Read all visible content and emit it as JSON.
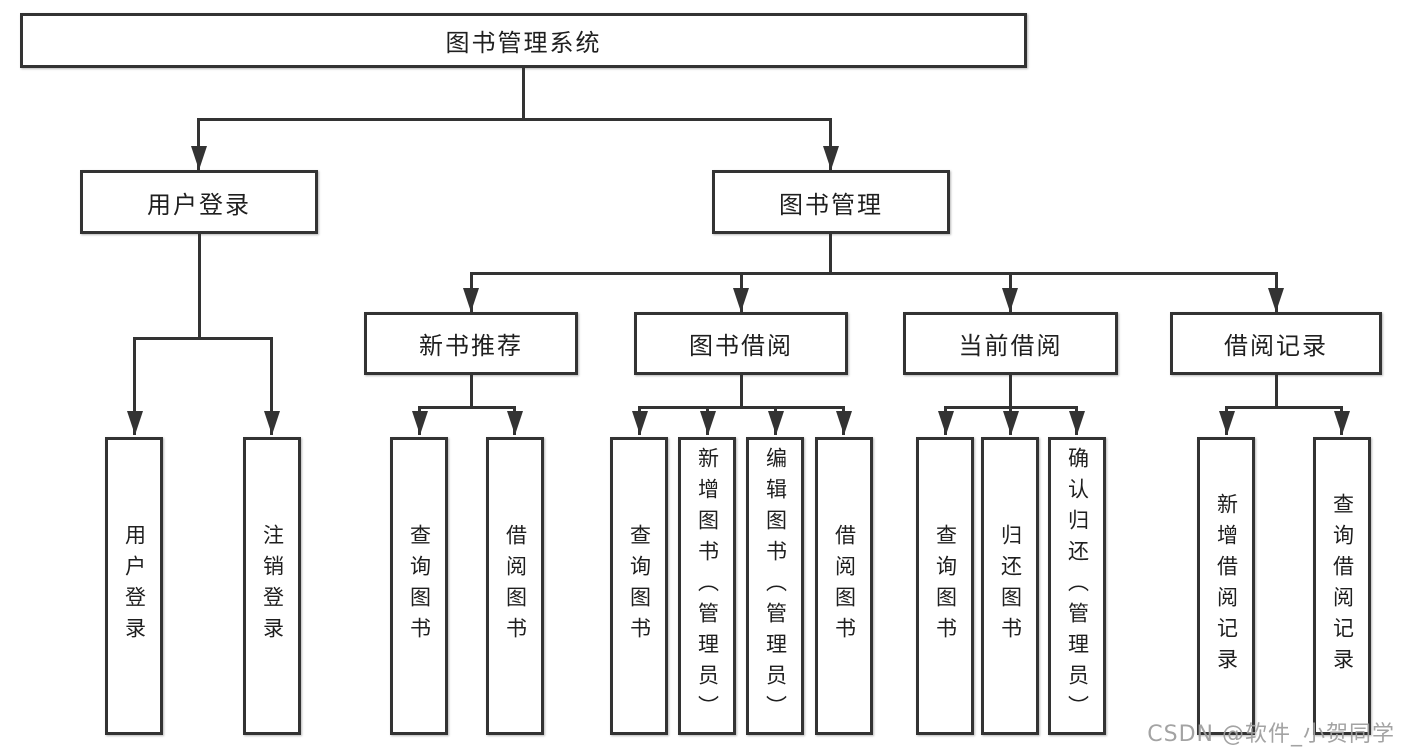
{
  "tree": {
    "label": "图书管理系统",
    "children": [
      {
        "label": "用户登录",
        "children": [
          {
            "label": "用户登录"
          },
          {
            "label": "注销登录"
          }
        ]
      },
      {
        "label": "图书管理",
        "children": [
          {
            "label": "新书推荐",
            "children": [
              {
                "label": "查询图书"
              },
              {
                "label": "借阅图书"
              }
            ]
          },
          {
            "label": "图书借阅",
            "children": [
              {
                "label": "查询图书"
              },
              {
                "label": "新增图书（管理员）"
              },
              {
                "label": "编辑图书（管理员）"
              },
              {
                "label": "借阅图书"
              }
            ]
          },
          {
            "label": "当前借阅",
            "children": [
              {
                "label": "查询图书"
              },
              {
                "label": "归还图书"
              },
              {
                "label": "确认归还（管理员）"
              }
            ]
          },
          {
            "label": "借阅记录",
            "children": [
              {
                "label": "新增借阅记录"
              },
              {
                "label": "查询借阅记录"
              }
            ]
          }
        ]
      }
    ]
  },
  "watermark": {
    "text": "CSDN @软件_小贺同学"
  },
  "colors": {
    "line": "#333333",
    "text": "#1f1f1f",
    "background": "#ffffff",
    "watermark": "#9e9e9e"
  }
}
